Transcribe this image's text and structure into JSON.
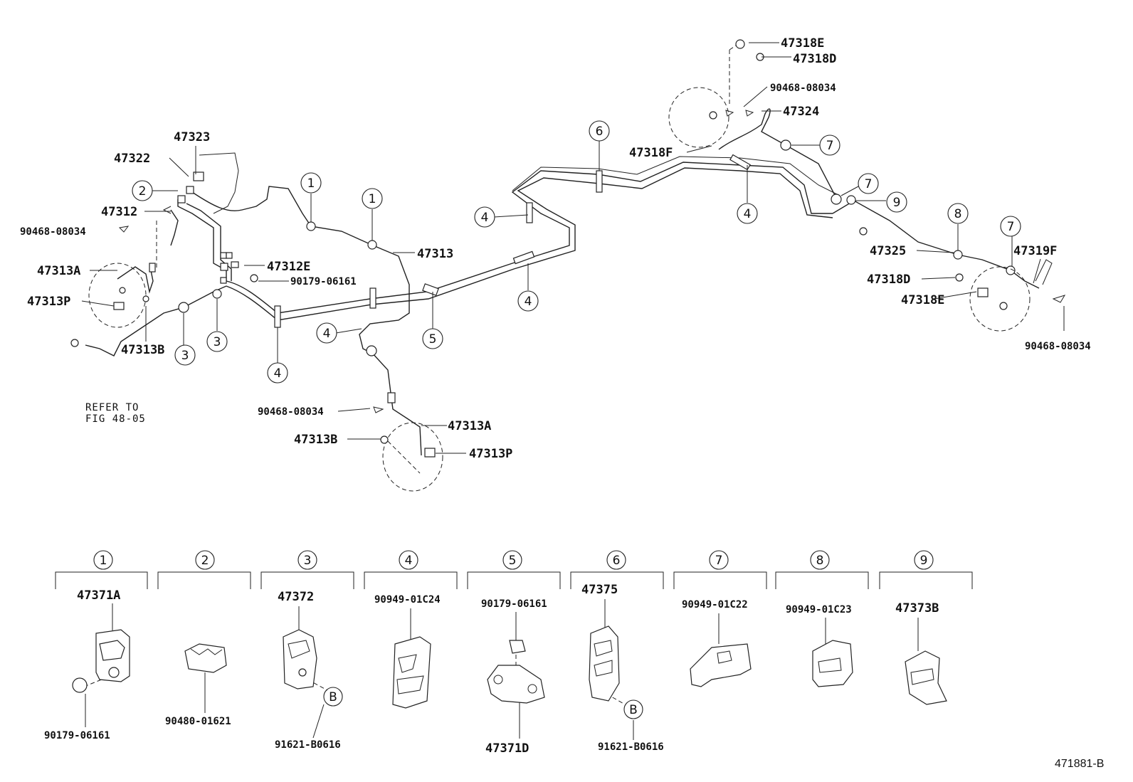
{
  "labels": {
    "p47323": "47323",
    "p47322": "47322",
    "p47312": "47312",
    "p90468_left": "90468-08034",
    "p47313a_left": "47313A",
    "p47313p_left": "47313P",
    "p47313b_left": "47313B",
    "refer_line1": "REFER TO",
    "refer_line2": "FIG 48-05",
    "p47312e": "47312E",
    "p90179_mid": "90179-06161",
    "p47313": "47313",
    "p90468_mid": "90468-08034",
    "p47313a_mid": "47313A",
    "p47313b_mid": "47313B",
    "p47313p_mid": "47313P",
    "p47318e_top": "47318E",
    "p47318d_top": "47318D",
    "p90468_top": "90468-08034",
    "p47324": "47324",
    "p47318f": "47318F",
    "p47325": "47325",
    "p47319f": "47319F",
    "p47318d_right": "47318D",
    "p47318e_right": "47318E",
    "p90468_right": "90468-08034",
    "fig_id": "471881-B"
  },
  "callouts": {
    "c1": "1",
    "c2": "2",
    "c3": "3",
    "c4": "4",
    "c5": "5",
    "c6": "6",
    "c7": "7",
    "c8": "8",
    "c9": "9"
  },
  "legend": [
    {
      "num": "1",
      "part_top": "47371A",
      "part_bottom": "90179-06161"
    },
    {
      "num": "2",
      "part_top": "",
      "part_bottom": "90480-01621"
    },
    {
      "num": "3",
      "part_top": "47372",
      "part_bottom": "91621-B0616",
      "ref": "B"
    },
    {
      "num": "4",
      "part_top": "90949-01C24",
      "part_bottom": ""
    },
    {
      "num": "5",
      "part_top": "90179-06161",
      "part_bottom": "47371D"
    },
    {
      "num": "6",
      "part_top": "47375",
      "part_bottom": "91621-B0616",
      "ref": "B"
    },
    {
      "num": "7",
      "part_top": "90949-01C22",
      "part_bottom": ""
    },
    {
      "num": "8",
      "part_top": "90949-01C23",
      "part_bottom": ""
    },
    {
      "num": "9",
      "part_top": "47373B",
      "part_bottom": ""
    }
  ]
}
